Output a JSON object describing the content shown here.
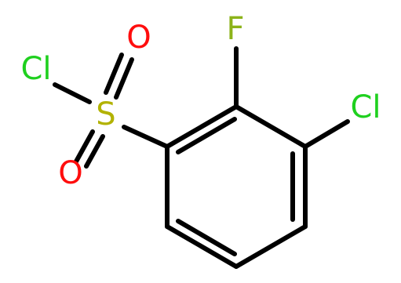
{
  "colors": {
    "bond": "#000000",
    "chlorine": "#1FD01F",
    "fluorine": "#8CB31A",
    "oxygen": "#FF0D0D",
    "sulfur": "#B2B200"
  },
  "atoms": {
    "cl_sulfonyl": "Cl",
    "sulfur": "S",
    "oxygen_top": "O",
    "oxygen_bottom": "O",
    "fluorine": "F",
    "cl_ring": "Cl"
  }
}
